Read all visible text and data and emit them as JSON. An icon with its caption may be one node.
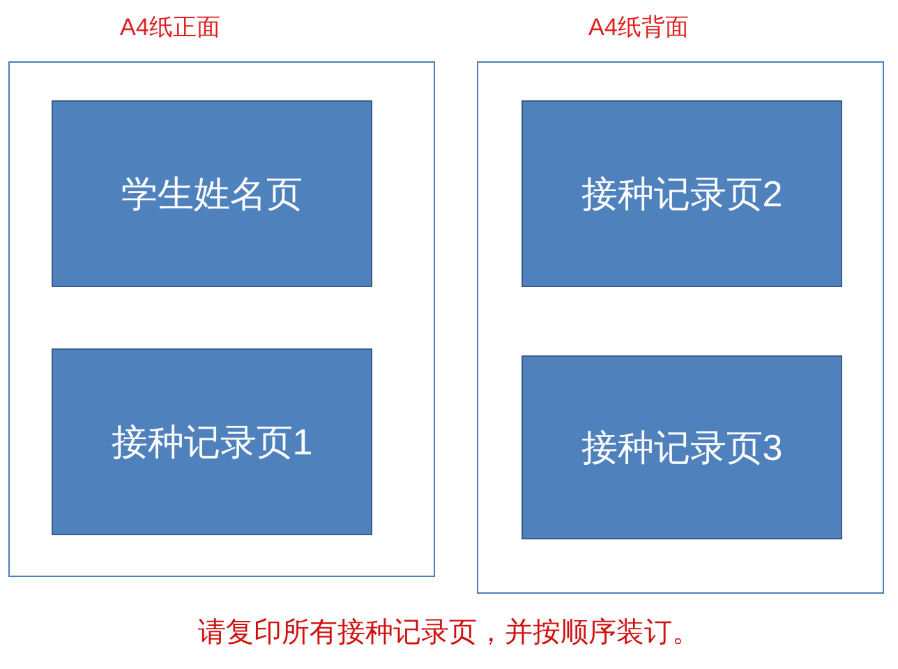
{
  "diagram": {
    "caption": "请复印所有接种记录页，并按顺序装订。",
    "nodes": [
      {
        "text": [
          "A4纸正面"
        ]
      },
      {
        "text": [
          "学生姓名页"
        ],
        "in": 0
      },
      {
        "text": [
          "接种记录页1"
        ],
        "in": 0
      },
      {
        "text": [
          "A4纸背面"
        ]
      },
      {
        "text": [
          "接种记录页2"
        ],
        "in": 3
      },
      {
        "text": [
          "接种记录页3"
        ],
        "in": 3
      }
    ],
    "edges": []
  }
}
